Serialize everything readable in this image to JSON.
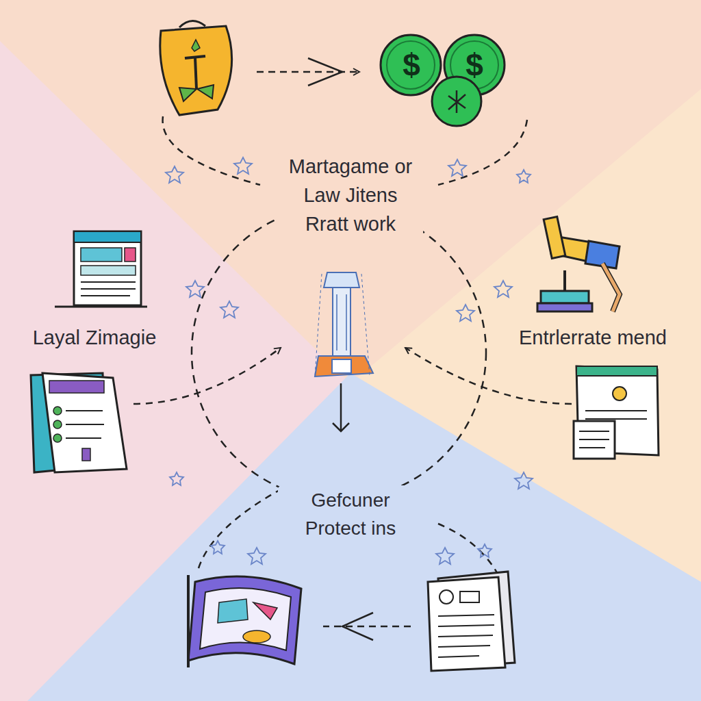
{
  "diagram": {
    "labels": [
      "Martagame or Law Jitens Rratt work",
      "Layal Zimagie",
      "Entrlerrate mend",
      "Gefcuner Protect ins",
      "$",
      "$"
    ]
  }
}
